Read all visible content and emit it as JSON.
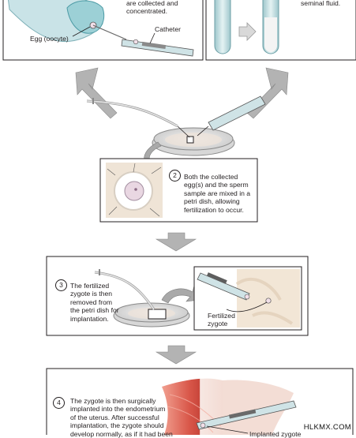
{
  "step1": {
    "text_tail": "are collected and\nconcentrated.",
    "egg_label": "Egg (oocyte)",
    "catheter_label": "Catheter"
  },
  "step1b": {
    "text_tail": "seminal fluid."
  },
  "step2": {
    "number": "2",
    "text": "Both the collected\negg(s) and the sperm\nsample are mixed in a\npetri dish, allowing\nfertilization to occur."
  },
  "step3": {
    "number": "3",
    "text": "The fertilized\nzygote is then\nremoved from\nthe petri dish for\nimplantation.",
    "inset_label": "Fertilized\nzygote"
  },
  "step4": {
    "number": "4",
    "text": "The zygote is then surgically\nimplanted into the endometrium\nof the uterus. After successful\nimplantation, the zygote should\ndevelop normally, as if it had been",
    "implant_label": "Implanted zygote"
  },
  "watermark": "HLKMX.COM",
  "colors": {
    "frame": "#231f20",
    "arrow": "#b3b3b3",
    "tube": "#cfe3e6",
    "dish": "#e7e7e7",
    "muscle": "#d9574a"
  }
}
